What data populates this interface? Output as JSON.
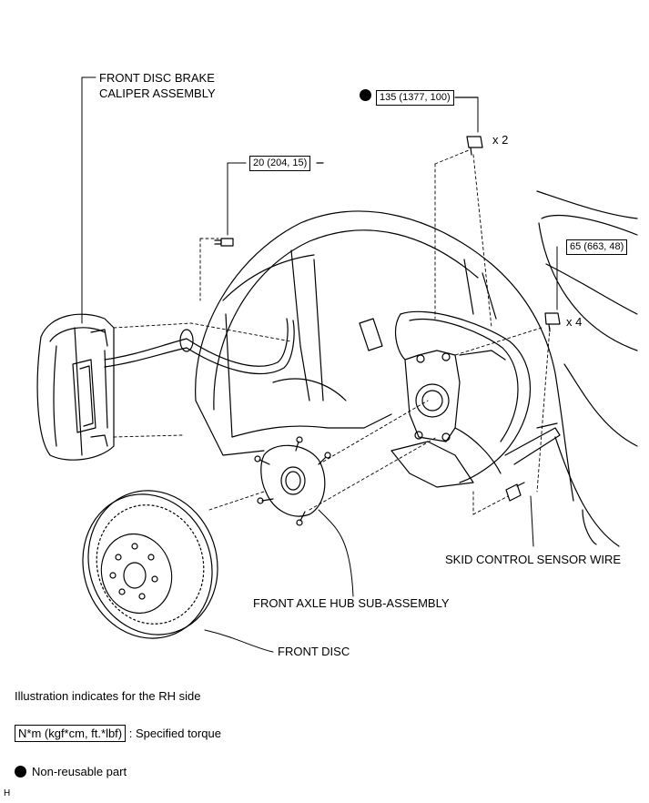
{
  "labels": {
    "caliper_line1": "FRONT DISC BRAKE",
    "caliper_line2": "CALIPER ASSEMBLY",
    "skid_sensor": "SKID CONTROL SENSOR WIRE",
    "hub": "FRONT AXLE HUB SUB-ASSEMBLY",
    "disc": "FRONT DISC"
  },
  "torques": {
    "knuckle_bolt": "135 (1377, 100)",
    "caliper_bolt": "20 (204, 15)",
    "hub_bolt": "65 (663, 48)"
  },
  "quantities": {
    "knuckle_bolt": "x 2",
    "hub_bolt": "x 4"
  },
  "legend": {
    "note": "Illustration indicates for the RH side",
    "torque_box": "N*m (kgf*cm, ft.*lbf)",
    "torque_text": ": Specified torque",
    "nonreusable": "Non-reusable part"
  },
  "corner_code": "H"
}
